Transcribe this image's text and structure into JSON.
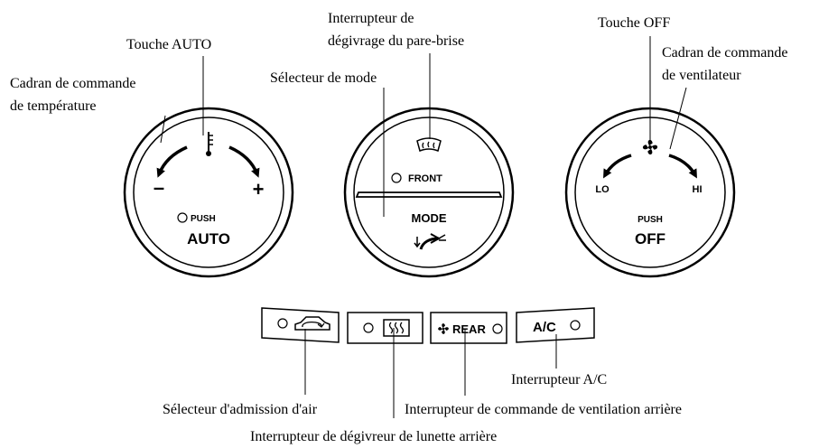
{
  "callouts": {
    "temp_dial": [
      "Cadran de commande",
      "de température"
    ],
    "auto_button": "Touche AUTO",
    "windshield_defrost": [
      "Interrupteur de",
      "dégivrage du pare-brise"
    ],
    "mode_selector": "Sélecteur de mode",
    "off_button": "Touche OFF",
    "fan_dial": [
      "Cadran de commande",
      "de ventilateur"
    ],
    "ac_switch": "Interrupteur A/C",
    "air_intake": "Sélecteur d'admission d'air",
    "rear_fan": "Interrupteur de commande de ventilation arrière",
    "rear_defogger": "Interrupteur de dégivreur de lunette arrière"
  },
  "panel": {
    "left_knob": {
      "minus": "–",
      "plus": "+",
      "push": "PUSH",
      "auto": "AUTO"
    },
    "center_knob": {
      "front": "FRONT",
      "mode": "MODE"
    },
    "right_knob": {
      "lo": "LO",
      "hi": "HI",
      "push": "PUSH",
      "off": "OFF"
    },
    "buttons": {
      "rear": "REAR",
      "ac": "A/C"
    }
  },
  "icons": {
    "left_knob": [
      "thermometer-icon",
      "arrow-left-icon",
      "arrow-right-icon",
      "indicator-light-icon"
    ],
    "center_knob": [
      "windshield-defrost-icon",
      "indicator-light-icon",
      "airflow-mode-icon"
    ],
    "right_knob": [
      "fan-icon",
      "arrow-left-icon",
      "arrow-right-icon"
    ],
    "buttons": [
      "car-recirculation-icon",
      "rear-defrost-icon",
      "fan-icon",
      "indicator-light-icon"
    ]
  }
}
